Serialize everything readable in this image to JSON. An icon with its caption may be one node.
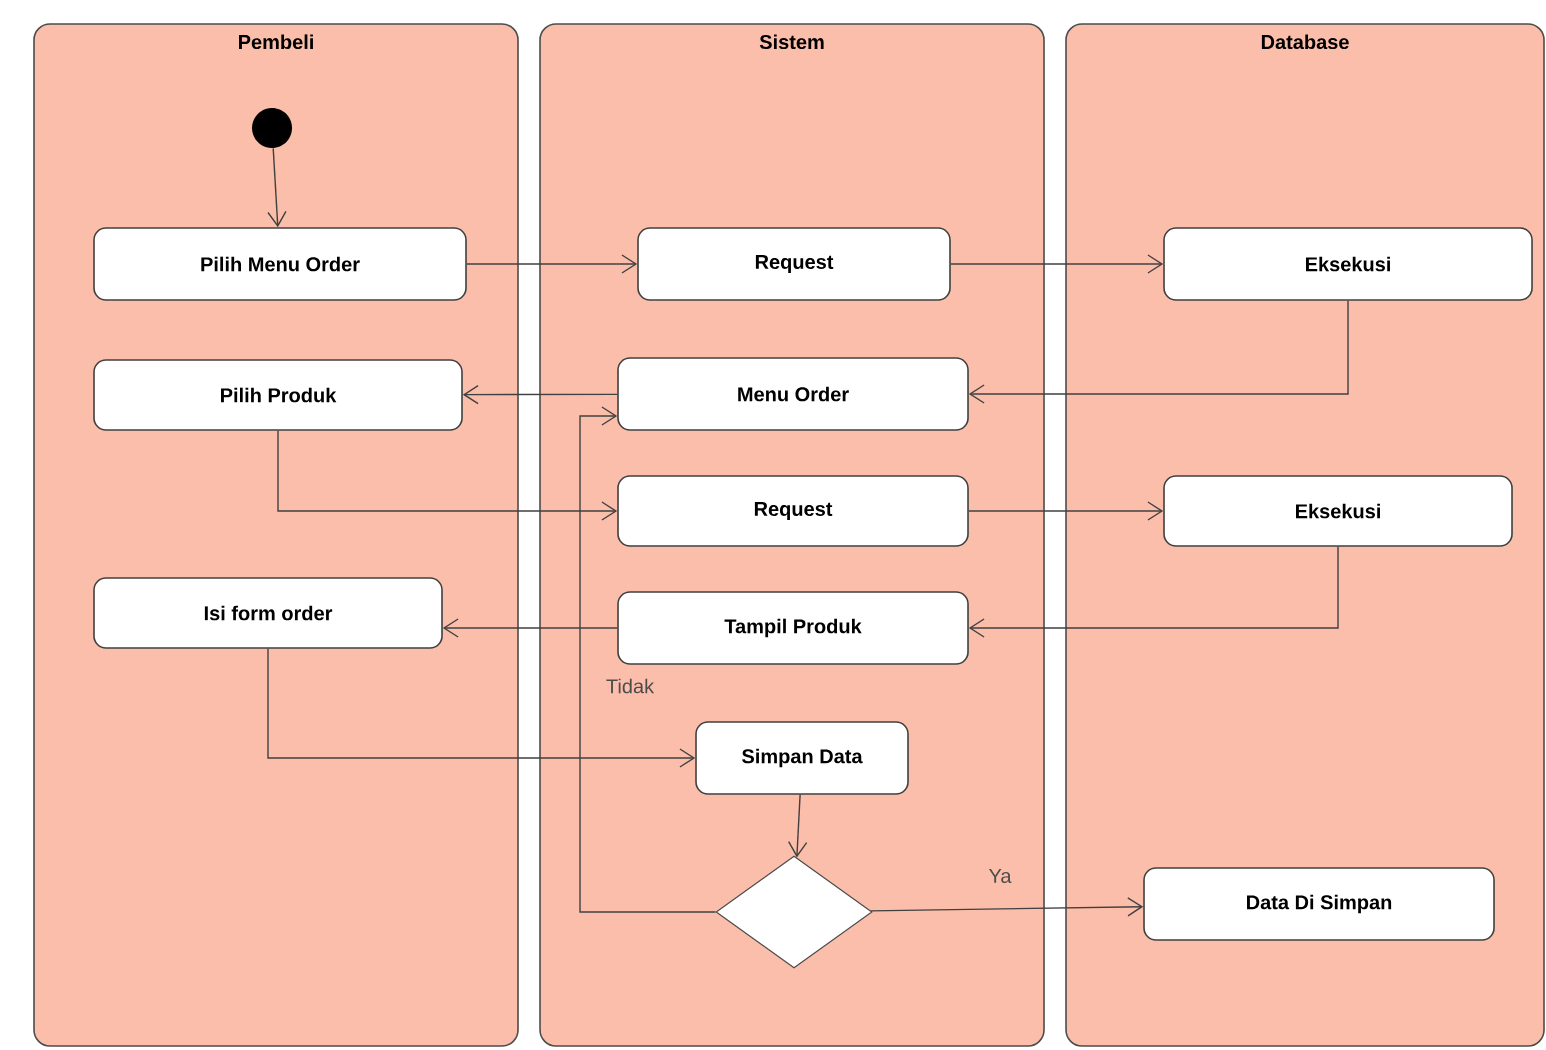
{
  "diagram": {
    "nodes": [
      {
        "text": [
          "Pembeli"
        ]
      },
      {
        "text": [
          "Sistem"
        ]
      },
      {
        "text": [
          "Database"
        ]
      },
      {
        "text": [],
        "shape": "circle",
        "in": 0
      },
      {
        "text": [
          "Pilih Menu Order"
        ],
        "in": 0
      },
      {
        "text": [
          "Pilih Produk"
        ],
        "in": 0
      },
      {
        "text": [
          "Isi form order"
        ],
        "in": 0
      },
      {
        "text": [
          "Request"
        ],
        "in": 1
      },
      {
        "text": [
          "Menu Order"
        ],
        "in": 1
      },
      {
        "text": [
          "Request"
        ],
        "in": 1
      },
      {
        "text": [
          "Tampil Produk"
        ],
        "in": 1
      },
      {
        "text": [
          "Simpan Data"
        ],
        "in": 1
      },
      {
        "text": [],
        "shape": "diamond",
        "in": 1
      },
      {
        "text": [
          "Eksekusi"
        ],
        "in": 2
      },
      {
        "text": [
          "Eksekusi"
        ],
        "in": 2
      },
      {
        "text": [
          "Data Di Simpan"
        ],
        "in": 2
      }
    ],
    "edges": [
      {
        "from": 3,
        "to": 4,
        "arrow": "to"
      },
      {
        "from": 4,
        "to": 7,
        "arrow": "to"
      },
      {
        "from": 7,
        "to": 13,
        "arrow": "to"
      },
      {
        "from": 13,
        "to": 8,
        "arrow": "to"
      },
      {
        "from": 8,
        "to": 5,
        "arrow": "to"
      },
      {
        "from": 5,
        "to": 9,
        "arrow": "to"
      },
      {
        "from": 9,
        "to": 14,
        "arrow": "to"
      },
      {
        "from": 14,
        "to": 10,
        "arrow": "to"
      },
      {
        "from": 10,
        "to": 6,
        "arrow": "to"
      },
      {
        "from": 6,
        "to": 11,
        "arrow": "to"
      },
      {
        "from": 11,
        "to": 12,
        "arrow": "to"
      },
      {
        "from": 12,
        "to": 8,
        "arrow": "to",
        "label": "Tidak"
      },
      {
        "from": 12,
        "to": 15,
        "arrow": "to",
        "label": "Ya"
      }
    ]
  }
}
